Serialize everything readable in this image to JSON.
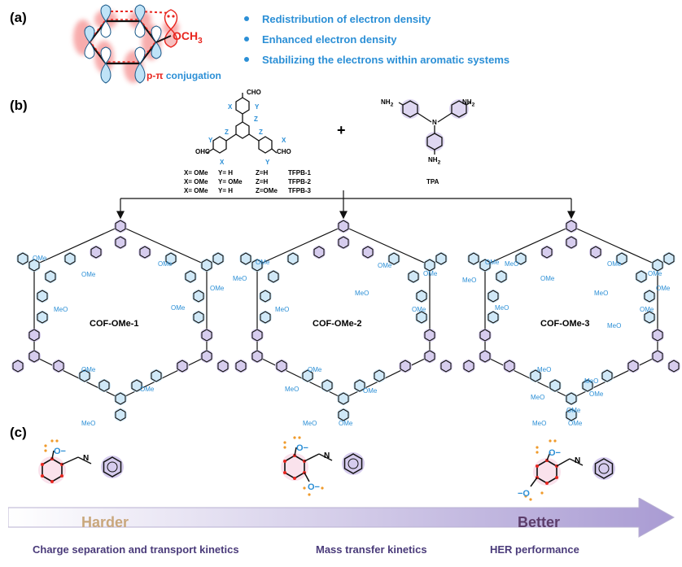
{
  "panel_a": {
    "label": "(a)",
    "substituent": "OCH",
    "substituent_sub": "3",
    "conj_p": "p-π",
    "conj_word": "conjugation",
    "bullets": [
      "Redistribution of electron density",
      "Enhanced electron density",
      "Stabilizing the electrons within aromatic systems"
    ]
  },
  "panel_b": {
    "label": "(b)",
    "plus": "+",
    "cho": "CHO",
    "ohc": "OHC",
    "x": "X",
    "y": "Y",
    "z": "Z",
    "nh2": "NH",
    "nh2_sub": "2",
    "n": "N",
    "tpa": "TPA",
    "table": [
      [
        "X= OMe",
        "Y= H",
        "Z=H",
        "TFPB-1"
      ],
      [
        "X= OMe",
        "Y= OMe",
        "Z=H",
        "TFPB-2"
      ],
      [
        "X= OMe",
        "Y= H",
        "Z=OMe",
        "TFPB-3"
      ]
    ],
    "ome": "OMe",
    "meo": "MeO",
    "cofs": [
      "COF-OMe-1",
      "COF-OMe-2",
      "COF-OMe-3"
    ]
  },
  "panel_c": {
    "label": "(c)",
    "o_minus": "O−",
    "minus_o": "−O",
    "n": "N",
    "arrow_left": "Harder",
    "arrow_right": "Better",
    "bottom": [
      "Charge separation and transport  kinetics",
      "Mass transfer kinetics",
      "HER performance"
    ]
  },
  "colors": {
    "blue": "#2b8fd6",
    "red": "#e8261f",
    "purple_halo": "#c9bfe6",
    "blue_halo": "#bfe3f7",
    "arrow_dark": "#a99bd3",
    "arrow_light": "#f2eff9",
    "text_purple": "#4a3b7a"
  }
}
